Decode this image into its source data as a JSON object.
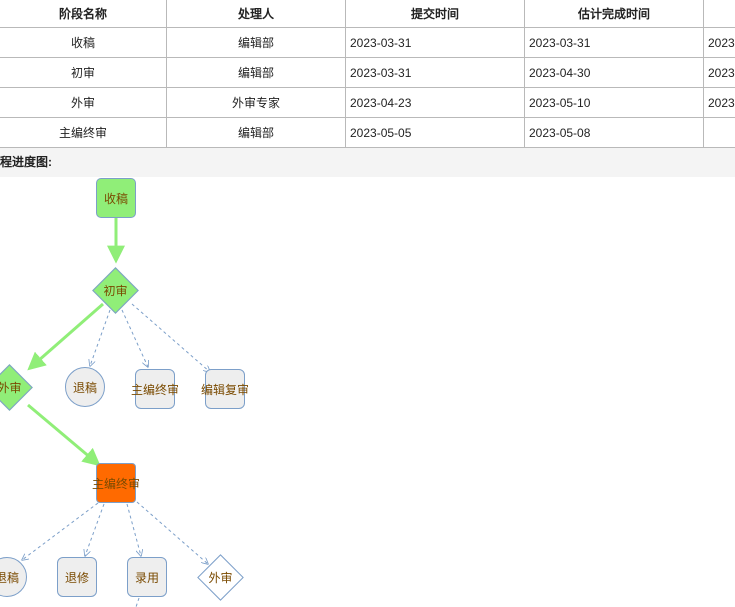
{
  "table": {
    "headers": [
      "阶段名称",
      "处理人",
      "提交时间",
      "估计完成时间",
      ""
    ],
    "rows": [
      [
        "收稿",
        "编辑部",
        "2023-03-31",
        "2023-03-31",
        "2023"
      ],
      [
        "初审",
        "编辑部",
        "2023-03-31",
        "2023-04-30",
        "2023"
      ],
      [
        "外审",
        "外审专家",
        "2023-04-23",
        "2023-05-10",
        "2023"
      ],
      [
        "主编终审",
        "编辑部",
        "2023-05-05",
        "2023-05-08",
        ""
      ]
    ]
  },
  "section": {
    "title": "程进度图:"
  },
  "flow": {
    "nodes": {
      "shougao": "收稿",
      "chushen": "初审",
      "waishen": "外审",
      "tuigao1": "退稿",
      "zhubianzhongshen1": "主编终审",
      "bianjifushen": "编辑复审",
      "zhubianzhongshen2": "主编终审",
      "tuigao2": "退稿",
      "tuixiu": "退修",
      "luyong": "录用",
      "waishen2": "外审"
    },
    "colors": {
      "done": "#90ee78",
      "current": "#ff6a00",
      "pending": "#eeeeee",
      "active_edge": "#90ee78",
      "pending_edge": "#7c9fc9"
    }
  }
}
